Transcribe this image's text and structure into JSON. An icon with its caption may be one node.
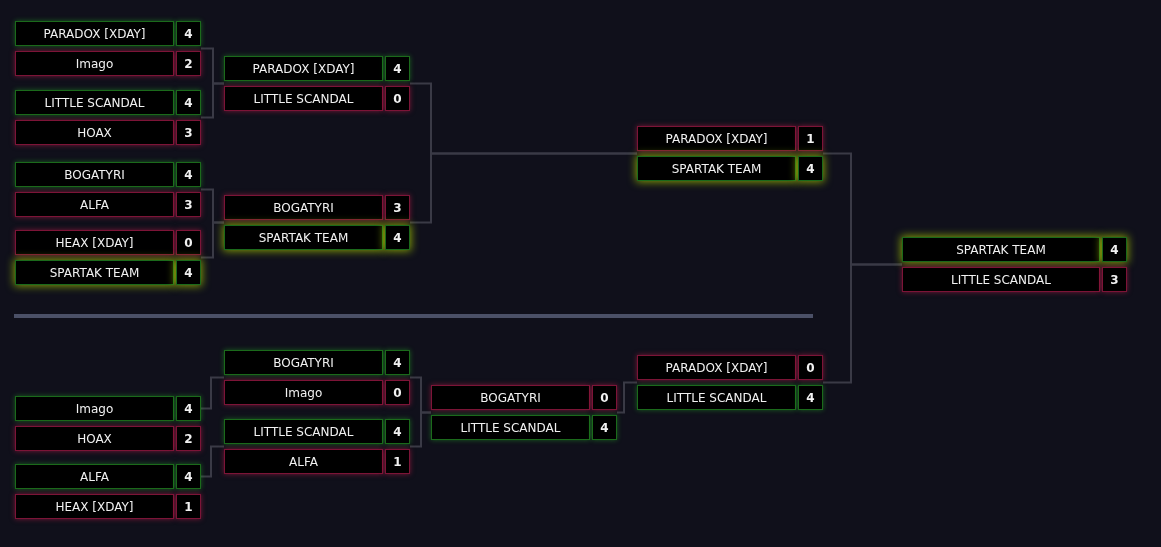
{
  "diagram": {
    "nodes": [
      {
        "text": [
          "PARADOX [XDAY]",
          "4",
          "Imago",
          "2"
        ]
      },
      {
        "text": [
          "LITTLE SCANDAL",
          "4",
          "HOAX",
          "3"
        ]
      },
      {
        "text": [
          "BOGATYRI",
          "4",
          "ALFA",
          "3"
        ]
      },
      {
        "text": [
          "HEAX [XDAY]",
          "0",
          "SPARTAK TEAM",
          "4"
        ]
      },
      {
        "text": [
          "PARADOX [XDAY]",
          "4",
          "LITTLE SCANDAL",
          "0"
        ]
      },
      {
        "text": [
          "BOGATYRI",
          "3",
          "SPARTAK TEAM",
          "4"
        ]
      },
      {
        "text": [
          "PARADOX [XDAY]",
          "1",
          "SPARTAK TEAM",
          "4"
        ]
      },
      {
        "text": [
          "SPARTAK TEAM",
          "4",
          "LITTLE SCANDAL",
          "3"
        ]
      },
      {
        "text": [
          "Imago",
          "4",
          "HOAX",
          "2"
        ]
      },
      {
        "text": [
          "ALFA",
          "4",
          "HEAX [XDAY]",
          "1"
        ]
      },
      {
        "text": [
          "BOGATYRI",
          "4",
          "Imago",
          "0"
        ]
      },
      {
        "text": [
          "LITTLE SCANDAL",
          "4",
          "ALFA",
          "1"
        ]
      },
      {
        "text": [
          "BOGATYRI",
          "0",
          "LITTLE SCANDAL",
          "4"
        ]
      },
      {
        "text": [
          "PARADOX [XDAY]",
          "0",
          "LITTLE SCANDAL",
          "4"
        ]
      }
    ],
    "edges": [
      {
        "from": 0,
        "to": 4,
        "arrow": "none"
      },
      {
        "from": 1,
        "to": 4,
        "arrow": "none"
      },
      {
        "from": 2,
        "to": 5,
        "arrow": "none"
      },
      {
        "from": 3,
        "to": 5,
        "arrow": "none"
      },
      {
        "from": 4,
        "to": 6,
        "arrow": "none"
      },
      {
        "from": 5,
        "to": 6,
        "arrow": "none"
      },
      {
        "from": 6,
        "to": 7,
        "arrow": "none"
      },
      {
        "from": 13,
        "to": 7,
        "arrow": "none"
      },
      {
        "from": 8,
        "to": 10,
        "arrow": "none"
      },
      {
        "from": 9,
        "to": 11,
        "arrow": "none"
      },
      {
        "from": 10,
        "to": 12,
        "arrow": "none"
      },
      {
        "from": 11,
        "to": 12,
        "arrow": "none"
      },
      {
        "from": 12,
        "to": 13,
        "arrow": "none"
      }
    ]
  }
}
